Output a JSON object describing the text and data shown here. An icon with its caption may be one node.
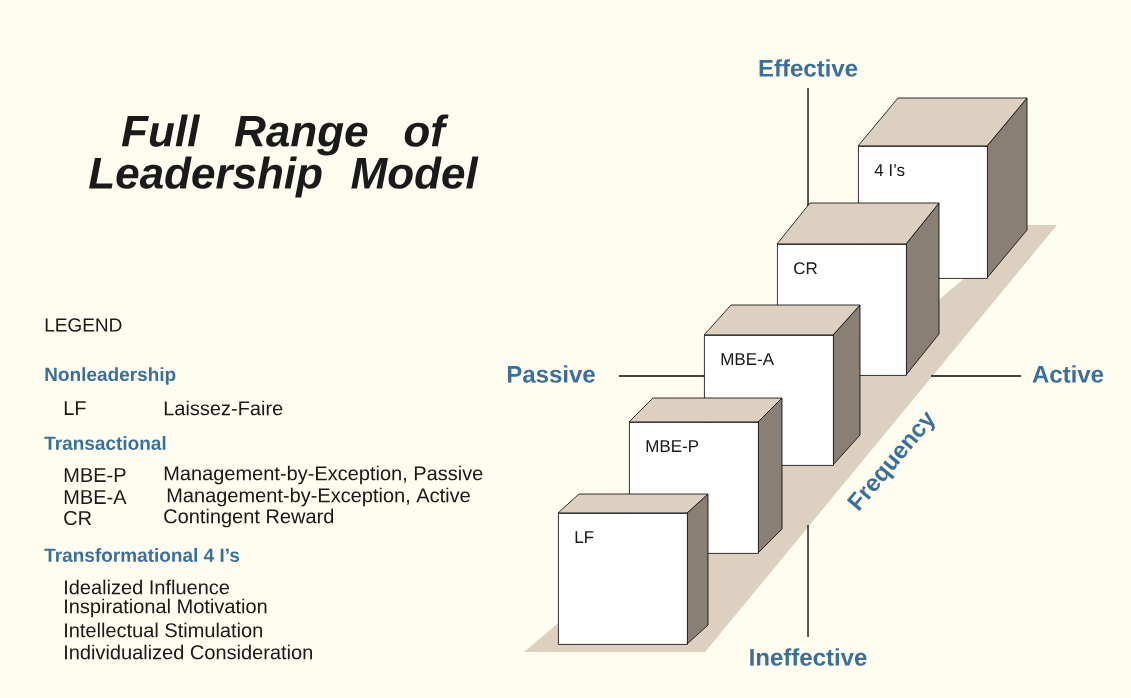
{
  "diagram": {
    "title": "Full Range of Leadership Model",
    "nodes": [
      {
        "text": [
          "LF"
        ]
      },
      {
        "text": [
          "MBE-P"
        ]
      },
      {
        "text": [
          "MBE-A"
        ]
      },
      {
        "text": [
          "CR"
        ]
      },
      {
        "text": [
          "4 I’s"
        ]
      }
    ],
    "labels": [
      "LEGEND",
      "Nonleadership",
      "LF",
      "Laissez-Faire",
      "Transactional",
      "MBE-P",
      "Management-by-Exception, Passive",
      "MBE-A",
      "Management-by-Exception, Active",
      "CR",
      "Contingent Reward",
      "Transformational 4 I’s",
      "Idealized Influence",
      "Inspirational Motivation",
      "Intellectual Stimulation",
      "Individualized Consideration",
      "Effective",
      "Passive",
      "Active",
      "Frequency",
      "Ineffective"
    ]
  }
}
